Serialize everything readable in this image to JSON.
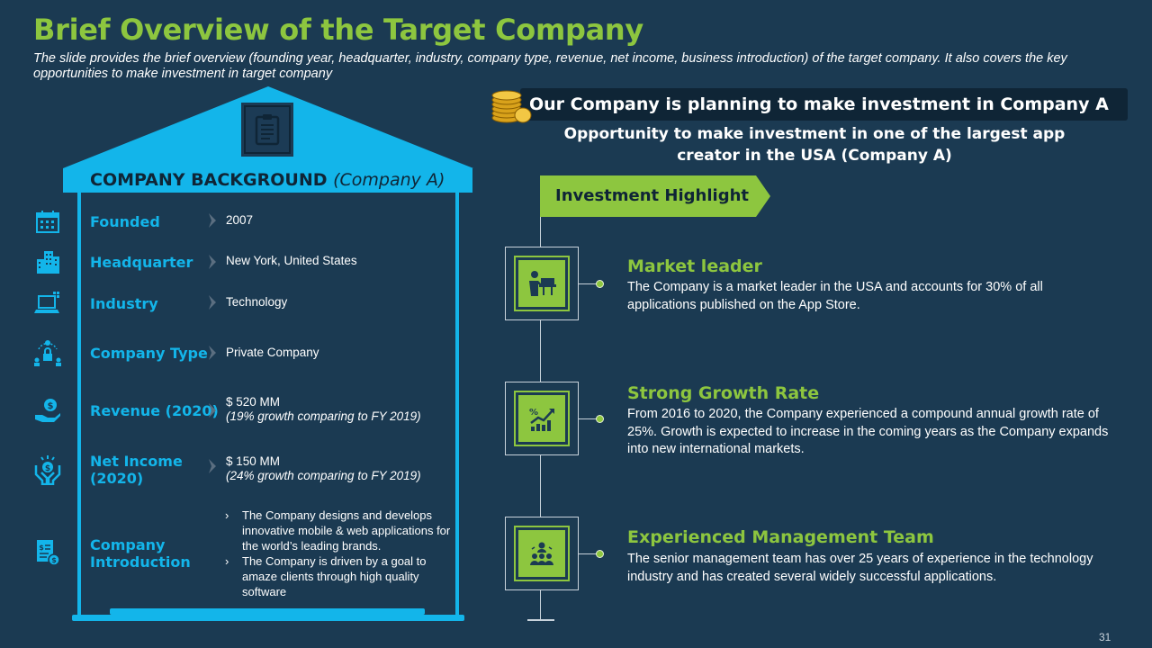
{
  "slide": {
    "title": "Brief Overview of the Target Company",
    "subtitle": "The slide provides the brief overview (founding year, headquarter, industry, company type, revenue, net income, business introduction) of the target company. It also covers the key opportunities to make investment in target company",
    "page_number": "31"
  },
  "background": {
    "heading": "COMPANY BACKGROUND",
    "heading_paren": "(Company A)",
    "rows": [
      {
        "label": "Founded",
        "value": "2007",
        "note": "",
        "icon": "calendar-icon"
      },
      {
        "label": "Headquarter",
        "value": "New York, United States",
        "note": "",
        "icon": "buildings-icon"
      },
      {
        "label": "Industry",
        "value": "Technology",
        "note": "",
        "icon": "laptop-icon"
      },
      {
        "label": "Company Type",
        "value": "Private Company",
        "note": "",
        "icon": "org-lock-icon"
      },
      {
        "label": "Revenue (2020)",
        "value": "$ 520 MM",
        "note": "(19% growth comparing to FY 2019)",
        "icon": "hand-dollar-icon"
      },
      {
        "label": "Net Income (2020)",
        "value": "$ 150 MM",
        "note": "(24% growth comparing to FY 2019)",
        "icon": "hands-money-icon"
      },
      {
        "label": "Company Introduction",
        "icon": "document-dollar-icon"
      }
    ],
    "introduction": [
      "The Company designs and develops innovative mobile & web applications for the world’s leading brands.",
      "The Company is driven by a goal to amaze clients through high quality software"
    ]
  },
  "investment": {
    "banner": "Our Company is planning to make investment in Company A",
    "opportunity": "Opportunity to make investment in one of the largest app creator in the USA (Company A)",
    "highlight_tag": "Investment Highlight",
    "highlights": [
      {
        "title": "Market leader",
        "desc": "The Company is a market leader in the USA and accounts for 30% of all applications published on the App Store.",
        "icon": "presenter-icon"
      },
      {
        "title": "Strong Growth Rate",
        "desc": "From 2016 to 2020, the Company experienced a compound annual growth rate of 25%. Growth is expected to increase in the coming years as the Company expands into new international markets.",
        "icon": "growth-chart-icon"
      },
      {
        "title": "Experienced Management Team",
        "desc": "The senior management team has over 25 years of experience in the technology industry and has created several widely successful applications.",
        "icon": "team-icon"
      }
    ]
  },
  "colors": {
    "background": "#1b3a52",
    "accent_blue": "#13b5ea",
    "accent_green": "#8dc63f",
    "dark": "#0f2536"
  }
}
